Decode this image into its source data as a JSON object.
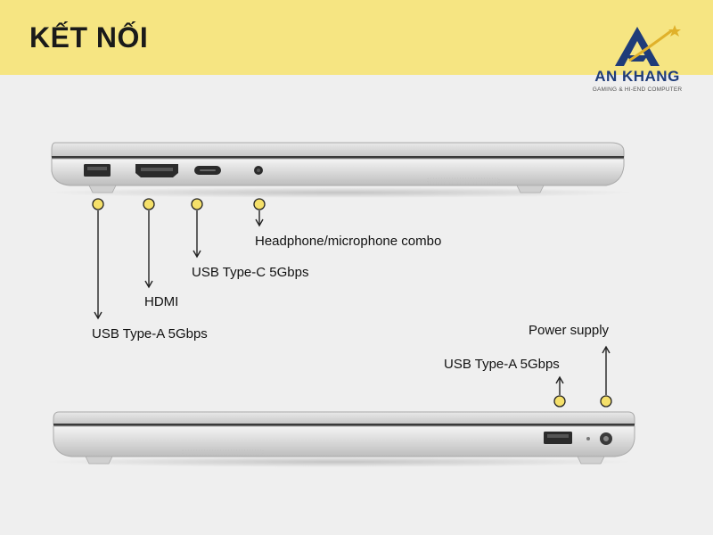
{
  "title": "KẾT NỐI",
  "logo": {
    "name": "AN KHANG",
    "tagline": "GAMING & HI-END COMPUTER"
  },
  "left_side_ports": {
    "usb_a": "USB Type-A 5Gbps",
    "hdmi": "HDMI",
    "usb_c": "USB Type-C 5Gbps",
    "audio": "Headphone/microphone combo"
  },
  "right_side_ports": {
    "usb_a": "USB Type-A 5Gbps",
    "power": "Power supply"
  },
  "colors": {
    "header_bg": "#f6e582",
    "background": "#efefef",
    "marker_fill": "#f5e06a",
    "logo_blue": "#1f3c79",
    "logo_gold": "#e0b12a"
  }
}
